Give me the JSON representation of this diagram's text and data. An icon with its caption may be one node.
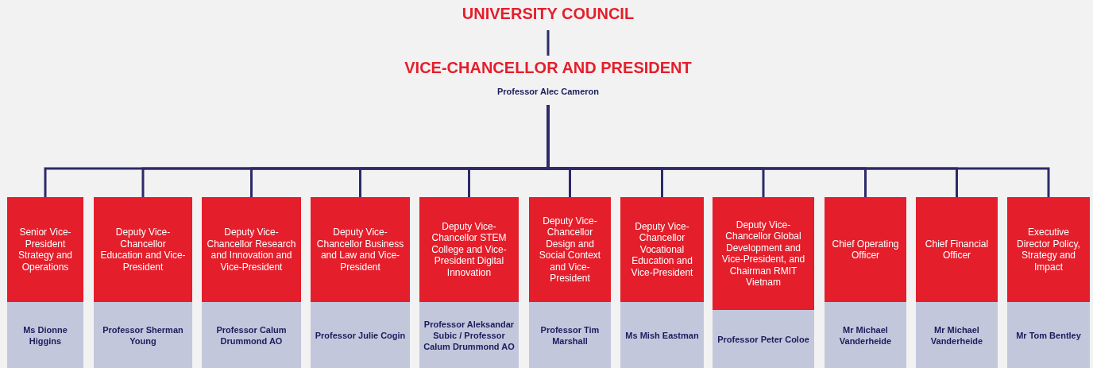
{
  "diagram": {
    "nodes": [
      {
        "text": [
          "UNIVERSITY COUNCIL"
        ]
      },
      {
        "text": [
          "VICE-CHANCELLOR AND PRESIDENT",
          "Professor Alec Cameron"
        ]
      },
      {
        "text": [
          "Senior Vice-President Strategy and Operations",
          "Ms Dionne Higgins"
        ]
      },
      {
        "text": [
          "Deputy Vice-Chancellor Education and Vice-President",
          "Professor Sherman Young"
        ]
      },
      {
        "text": [
          "Deputy Vice-Chancellor Research and Innovation and Vice-President",
          "Professor Calum Drummond AO"
        ]
      },
      {
        "text": [
          "Deputy Vice-Chancellor Business and Law and Vice-President",
          "Professor Julie Cogin"
        ]
      },
      {
        "text": [
          "Deputy Vice-Chancellor STEM College and Vice-President Digital Innovation",
          "Professor Aleksandar Subic / Professor Calum Drummond AO"
        ]
      },
      {
        "text": [
          "Deputy Vice-Chancellor Design and Social Context and Vice-President",
          "Professor Tim Marshall"
        ]
      },
      {
        "text": [
          "Deputy Vice-Chancellor Vocational Education and Vice-President",
          "Ms Mish Eastman"
        ]
      },
      {
        "text": [
          "Deputy Vice-Chancellor Global Development and Vice-President, and Chairman RMIT Vietnam",
          "Professor Peter Coloe"
        ]
      },
      {
        "text": [
          "Chief Operating Officer",
          "Mr Michael Vanderheide"
        ]
      },
      {
        "text": [
          "Chief Financial Officer",
          "Mr Michael Vanderheide"
        ]
      },
      {
        "text": [
          "Executive Director Policy, Strategy and Impact",
          "Mr Tom Bentley"
        ]
      }
    ],
    "edges": [
      {
        "from": 0,
        "to": 1,
        "arrow": "none"
      },
      {
        "from": 1,
        "to": 2,
        "arrow": "none"
      },
      {
        "from": 1,
        "to": 3,
        "arrow": "none"
      },
      {
        "from": 1,
        "to": 4,
        "arrow": "none"
      },
      {
        "from": 1,
        "to": 5,
        "arrow": "none"
      },
      {
        "from": 1,
        "to": 6,
        "arrow": "none"
      },
      {
        "from": 1,
        "to": 7,
        "arrow": "none"
      },
      {
        "from": 1,
        "to": 8,
        "arrow": "none"
      },
      {
        "from": 1,
        "to": 9,
        "arrow": "none"
      },
      {
        "from": 1,
        "to": 10,
        "arrow": "none"
      },
      {
        "from": 1,
        "to": 11,
        "arrow": "none"
      },
      {
        "from": 1,
        "to": 12,
        "arrow": "none"
      }
    ]
  }
}
